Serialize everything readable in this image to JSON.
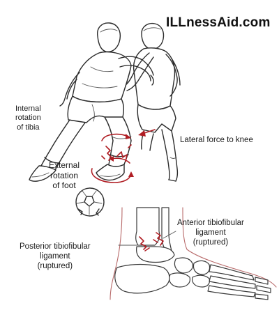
{
  "watermark": "ILLnessAid.com",
  "labels": {
    "internal_rotation": [
      "Internal",
      "rotation",
      "of tibia"
    ],
    "lateral_force": "Lateral force to knee",
    "external_rotation": [
      "External",
      "rotation",
      "of foot"
    ],
    "anterior_ligament": [
      "Anterior tibiofibular",
      "ligament",
      "(ruptured)"
    ],
    "posterior_ligament": [
      "Posterior tibiofibular",
      "ligament",
      "(ruptured)"
    ]
  },
  "colors": {
    "injury_marks": "#b01e24",
    "line_art": "#2b2b2b",
    "skin_outline": "#b86a6a"
  }
}
